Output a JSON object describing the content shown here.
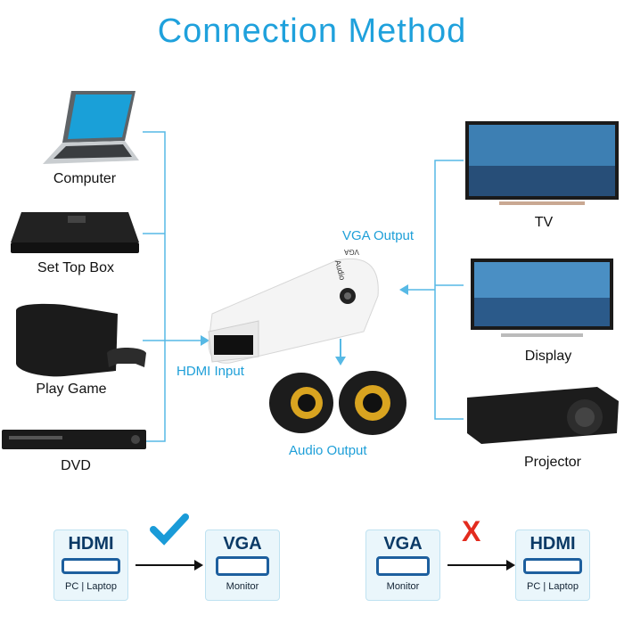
{
  "title": "Connection Method",
  "sources": [
    {
      "label": "Computer"
    },
    {
      "label": "Set Top Box"
    },
    {
      "label": "Play Game"
    },
    {
      "label": "DVD"
    }
  ],
  "outputs": [
    {
      "label": "TV"
    },
    {
      "label": "Display"
    },
    {
      "label": "Projector"
    }
  ],
  "adapter": {
    "hdmi_input_label": "HDMI Input",
    "vga_output_label": "VGA Output",
    "audio_output_label": "Audio Output",
    "audio_port_text": "Audio",
    "vga_mark": "VGA"
  },
  "compatibility": {
    "supported": {
      "mark": "check",
      "from": {
        "title": "HDMI",
        "sub": "PC | Laptop"
      },
      "to": {
        "title": "VGA",
        "sub": "Monitor"
      }
    },
    "unsupported": {
      "mark": "X",
      "from": {
        "title": "VGA",
        "sub": "Monitor"
      },
      "to": {
        "title": "HDMI",
        "sub": "PC | Laptop"
      }
    }
  },
  "colors": {
    "accent": "#1fa1dc",
    "cross": "#e32b1e",
    "check": "#1a9bd8"
  }
}
